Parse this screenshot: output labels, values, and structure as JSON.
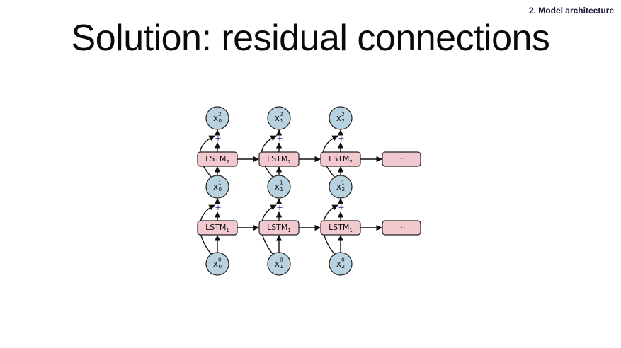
{
  "header": {
    "section_tag": "2. Model architecture",
    "title": "Solution: residual connections"
  },
  "diagram": {
    "columns": [
      {
        "input": {
          "base": "x",
          "sup": "0",
          "sub": "0"
        },
        "layer1": {
          "base": "LSTM",
          "sub": "1"
        },
        "mid": {
          "base": "x",
          "sup": "1",
          "sub": "0"
        },
        "layer2": {
          "base": "LSTM",
          "sub": "2"
        },
        "output": {
          "base": "x",
          "sup": "2",
          "sub": "0"
        }
      },
      {
        "input": {
          "base": "x",
          "sup": "0",
          "sub": "1"
        },
        "layer1": {
          "base": "LSTM",
          "sub": "1"
        },
        "mid": {
          "base": "x",
          "sup": "1",
          "sub": "1"
        },
        "layer2": {
          "base": "LSTM",
          "sub": "2"
        },
        "output": {
          "base": "x",
          "sup": "2",
          "sub": "1"
        }
      },
      {
        "input": {
          "base": "x",
          "sup": "0",
          "sub": "2"
        },
        "layer1": {
          "base": "LSTM",
          "sub": "1"
        },
        "mid": {
          "base": "x",
          "sup": "1",
          "sub": "2"
        },
        "layer2": {
          "base": "LSTM",
          "sub": "2"
        },
        "output": {
          "base": "x",
          "sup": "2",
          "sub": "2"
        }
      }
    ],
    "ellipsis": "···",
    "plus_symbol": "+",
    "colors": {
      "node_fill": "#b9d2df",
      "lstm_fill": "#f3c9d0",
      "plus": "#2a3ea8"
    }
  }
}
